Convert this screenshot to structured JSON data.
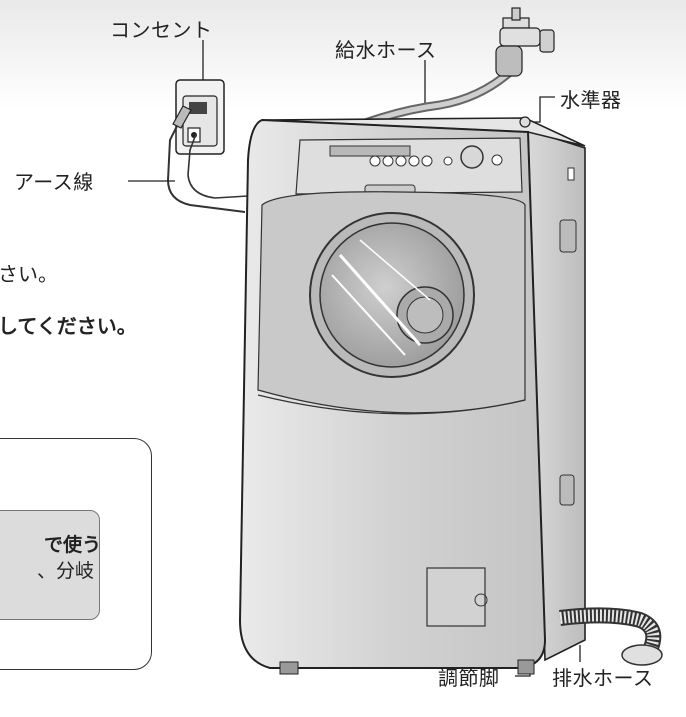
{
  "labels": {
    "outlet": "コンセント",
    "supply_hose": "給水ホース",
    "level": "水準器",
    "earth_wire": "アース線",
    "adjust_foot": "調節脚",
    "drain_hose": "排水ホース"
  },
  "body_text": {
    "line1": "さい。",
    "line2": "してください。"
  },
  "note_box": {
    "heading": "で使う",
    "line": "、分岐"
  },
  "colors": {
    "background": "#ffffff",
    "machine_body": "#d4d4d4",
    "outline": "#333333",
    "box_fill": "#dcdcdc"
  }
}
